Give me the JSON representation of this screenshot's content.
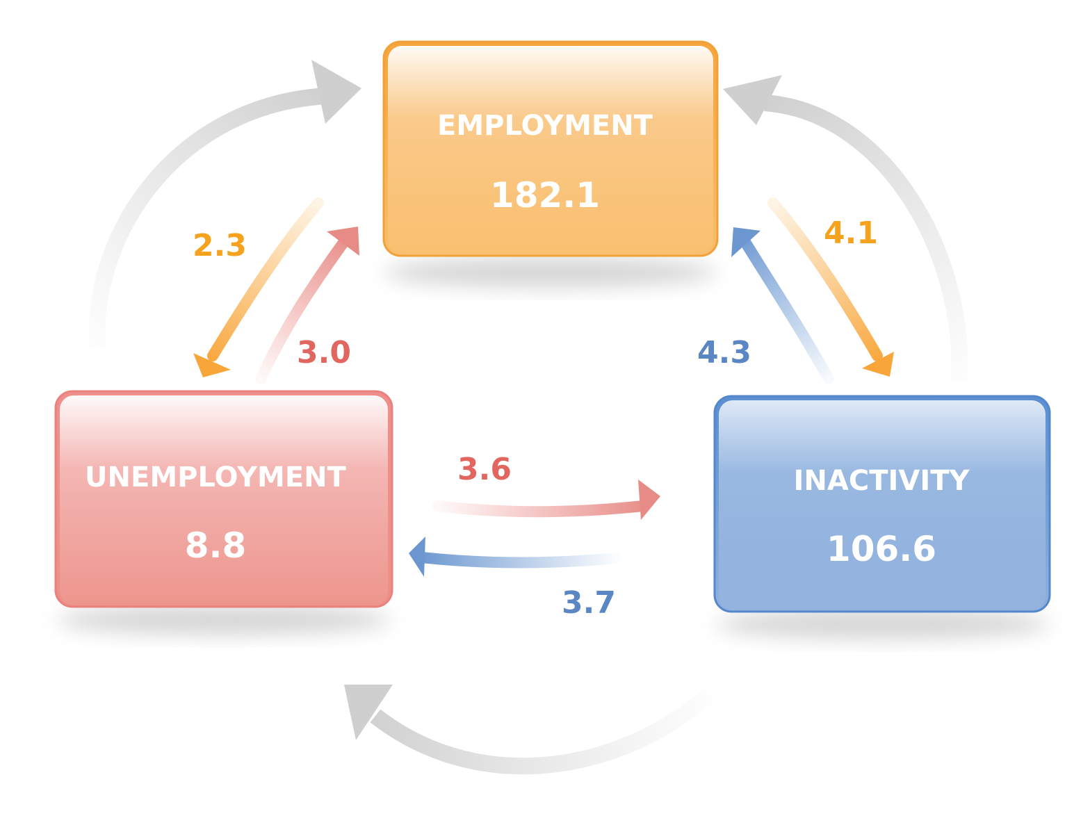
{
  "colors": {
    "employment": "#f8b04e",
    "unemployment": "#ec8e8a",
    "inactivity": "#6b9ad2",
    "label_employment": "#f5a31f",
    "label_unemployment": "#e0665f",
    "label_inactivity": "#5b86c4",
    "outer_arrow": "#d6d6d6"
  },
  "nodes": {
    "employment": {
      "title": "EMPLOYMENT",
      "value": "182.1"
    },
    "unemployment": {
      "title": "UNEMPLOYMENT",
      "value": "8.8"
    },
    "inactivity": {
      "title": "INACTIVITY",
      "value": "106.6"
    }
  },
  "flows": {
    "employment_to_unemployment": "2.3",
    "unemployment_to_employment": "3.0",
    "employment_to_inactivity": "4.1",
    "inactivity_to_employment": "4.3",
    "unemployment_to_inactivity": "3.6",
    "inactivity_to_unemployment": "3.7"
  }
}
